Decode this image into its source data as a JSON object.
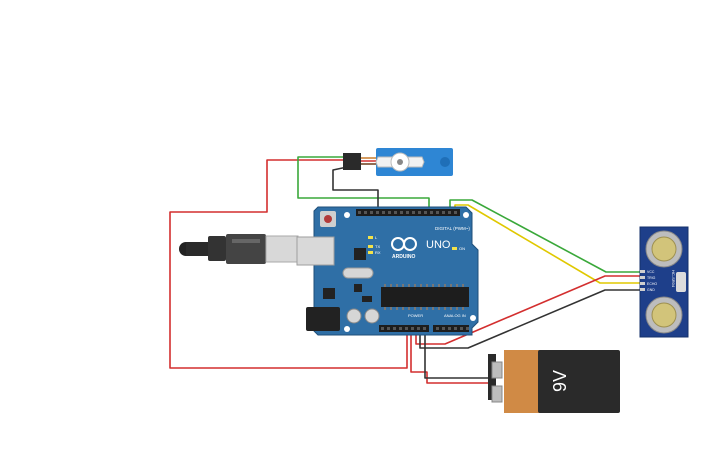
{
  "arduino": {
    "brand_text": "UNO",
    "logo_text": "ARDUINO",
    "digital_label": "DIGITAL (PWM~)",
    "power_label": "POWER",
    "analog_label": "ANALOG IN",
    "on_label": "ON",
    "tx_label": "TX",
    "rx_label": "RX",
    "l_label": "L"
  },
  "battery": {
    "label": "9V"
  },
  "sensor": {
    "pins": [
      "VCC",
      "TRIG",
      "ECHO",
      "GND"
    ],
    "model": "HC-SR04"
  },
  "colors": {
    "board": "#2f6fa6",
    "board_dark": "#1f4f7a",
    "wire_red": "#d32f2f",
    "wire_green": "#3aa83a",
    "wire_yellow": "#e0c800",
    "wire_black": "#333333",
    "servo_blue": "#2e86d4",
    "battery_orange": "#d08a45",
    "battery_black": "#2a2a2a"
  }
}
